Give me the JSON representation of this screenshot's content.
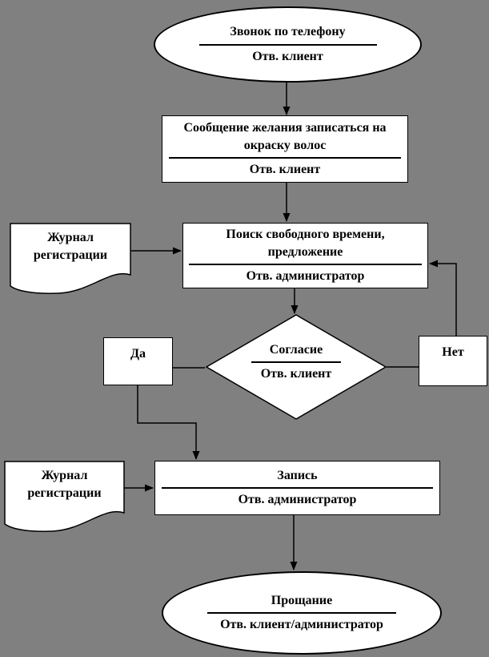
{
  "diagram": {
    "description": "Flowchart of booking a hair-coloring appointment by phone",
    "colors": {
      "background": "#808080",
      "shape_fill": "#ffffff",
      "stroke": "#000000",
      "text": "#000000"
    },
    "nodes": {
      "start": {
        "shape": "ellipse",
        "title": "Звонок по телефону",
        "responsible": "Отв. клиент"
      },
      "request": {
        "shape": "rectangle",
        "title": "Сообщение желания записаться на окраску волос",
        "responsible": "Отв. клиент"
      },
      "journal_top": {
        "shape": "document",
        "title": "Журнал регистрации"
      },
      "search": {
        "shape": "rectangle",
        "title": "Поиск свободного времени, предложение",
        "responsible": "Отв. администратор"
      },
      "decision": {
        "shape": "diamond",
        "title": "Согласие",
        "responsible": "Отв. клиент"
      },
      "yes_label": {
        "shape": "rectangle",
        "title": "Да"
      },
      "no_label": {
        "shape": "rectangle",
        "title": "Нет"
      },
      "journal_bottom": {
        "shape": "document",
        "title": "Журнал регистрации"
      },
      "record": {
        "shape": "rectangle",
        "title": "Запись",
        "responsible": "Отв. администратор"
      },
      "end": {
        "shape": "ellipse",
        "title": "Прощание",
        "responsible": "Отв. клиент/администратор"
      }
    },
    "edges": [
      {
        "from": "start",
        "to": "request",
        "arrow": true
      },
      {
        "from": "request",
        "to": "search",
        "arrow": true
      },
      {
        "from": "journal_top",
        "to": "search",
        "arrow": true
      },
      {
        "from": "search",
        "to": "decision",
        "arrow": true
      },
      {
        "from": "decision",
        "to": "yes_label",
        "arrow": false
      },
      {
        "from": "decision",
        "to": "no_label",
        "arrow": false
      },
      {
        "from": "no_label",
        "to": "search",
        "arrow": true
      },
      {
        "from": "yes_label",
        "to": "record",
        "arrow": true
      },
      {
        "from": "journal_bottom",
        "to": "record",
        "arrow": true
      },
      {
        "from": "record",
        "to": "end",
        "arrow": true
      }
    ]
  }
}
